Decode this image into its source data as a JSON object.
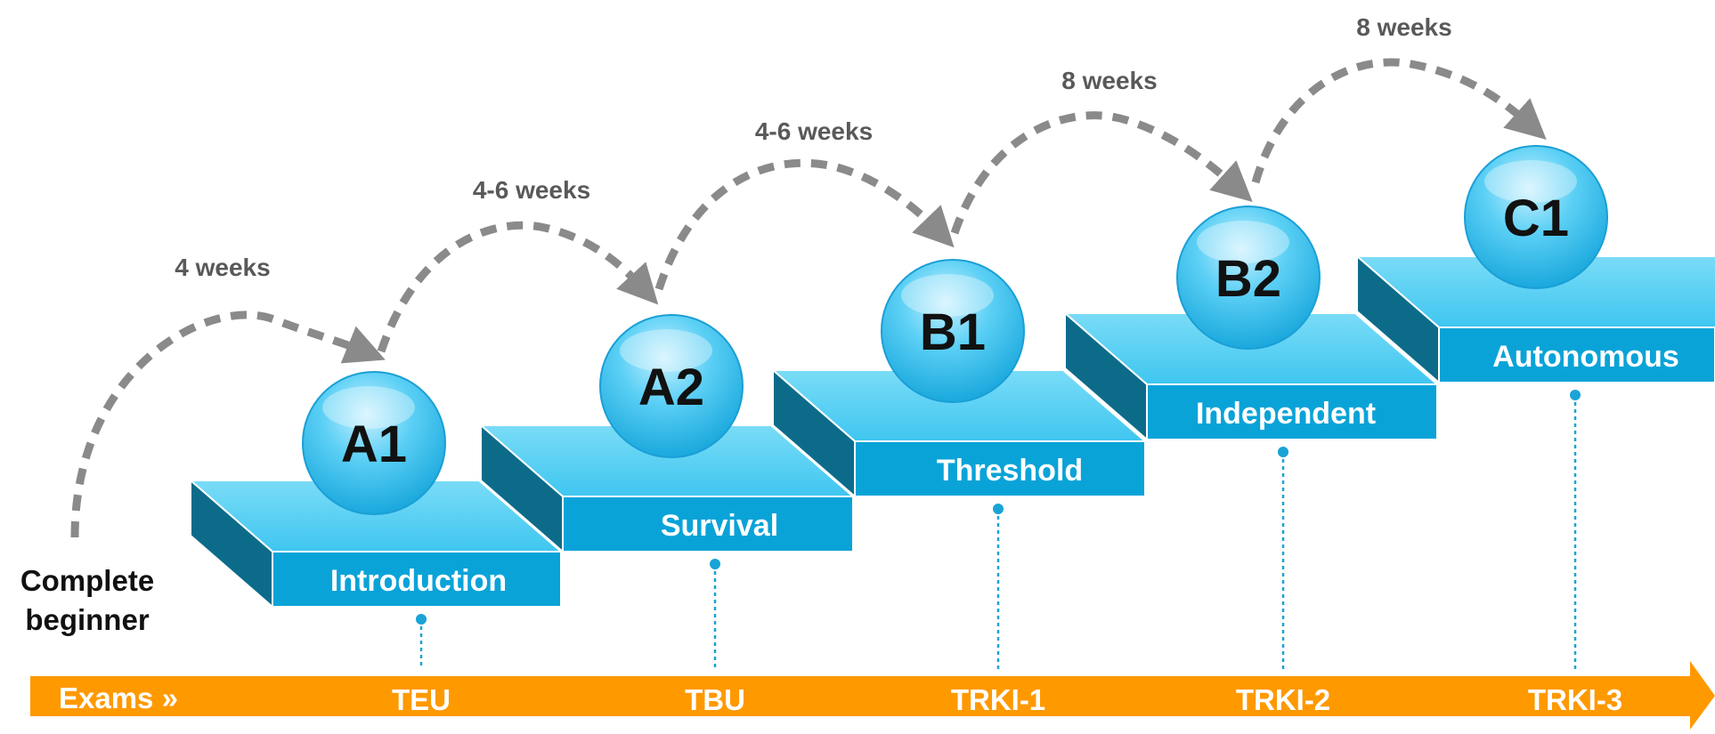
{
  "start_label": {
    "line1": "Complete",
    "line2": "beginner"
  },
  "levels": [
    {
      "code": "A1",
      "name": "Introduction",
      "duration": "4 weeks",
      "exam": "TEU"
    },
    {
      "code": "A2",
      "name": "Survival",
      "duration": "4-6 weeks",
      "exam": "TBU"
    },
    {
      "code": "B1",
      "name": "Threshold",
      "duration": "4-6 weeks",
      "exam": "TRKI-1"
    },
    {
      "code": "B2",
      "name": "Independent",
      "duration": "8 weeks",
      "exam": "TRKI-2"
    },
    {
      "code": "C1",
      "name": "Autonomous",
      "duration": "8 weeks",
      "exam": "TRKI-3"
    }
  ],
  "exams_label": "Exams »",
  "colors": {
    "step_top": "#4fd0f5",
    "step_front": "#0aa3d8",
    "step_side": "#0d6b8a",
    "circle": "#4cc6ef",
    "arrow": "#8a8a8a",
    "exam_bar": "#ff9900",
    "stem": "#1aa3d6"
  }
}
